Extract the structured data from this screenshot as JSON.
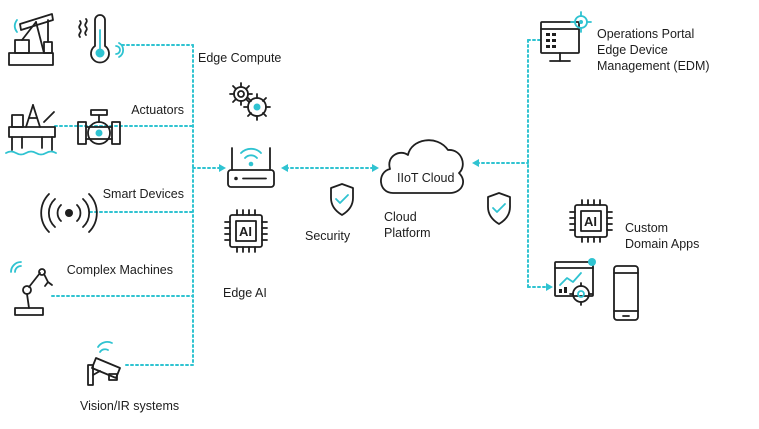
{
  "devices": {
    "actuators": "Actuators",
    "smart_devices": "Smart Devices",
    "complex_machines": "Complex Machines",
    "vision_ir": "Vision/IR systems"
  },
  "edge": {
    "compute": "Edge Compute",
    "ai": "Edge AI",
    "ai_chip": "AI"
  },
  "security": "Security",
  "cloud": {
    "name": "IIoT Cloud",
    "platform_line1": "Cloud",
    "platform_line2": "Platform"
  },
  "apps": {
    "portal_line1": "Operations Portal",
    "portal_line2": "Edge Device",
    "portal_line3": "Management (EDM)",
    "custom_line1": "Custom",
    "custom_line2": "Domain Apps",
    "ai_chip": "AI"
  },
  "colors": {
    "connector": "#2fc3d1",
    "icon": "#1f1f1f"
  },
  "icons": [
    "oil-pump-icon",
    "thermometer-icon",
    "offshore-rig-icon",
    "valve-icon",
    "wireless-signal-icon",
    "robot-arm-icon",
    "security-camera-icon",
    "gears-icon",
    "router-icon",
    "ai-chip-icon",
    "shield-check-icon",
    "cloud-icon",
    "monitor-gear-icon",
    "analytics-dashboard-icon",
    "smartphone-icon"
  ]
}
